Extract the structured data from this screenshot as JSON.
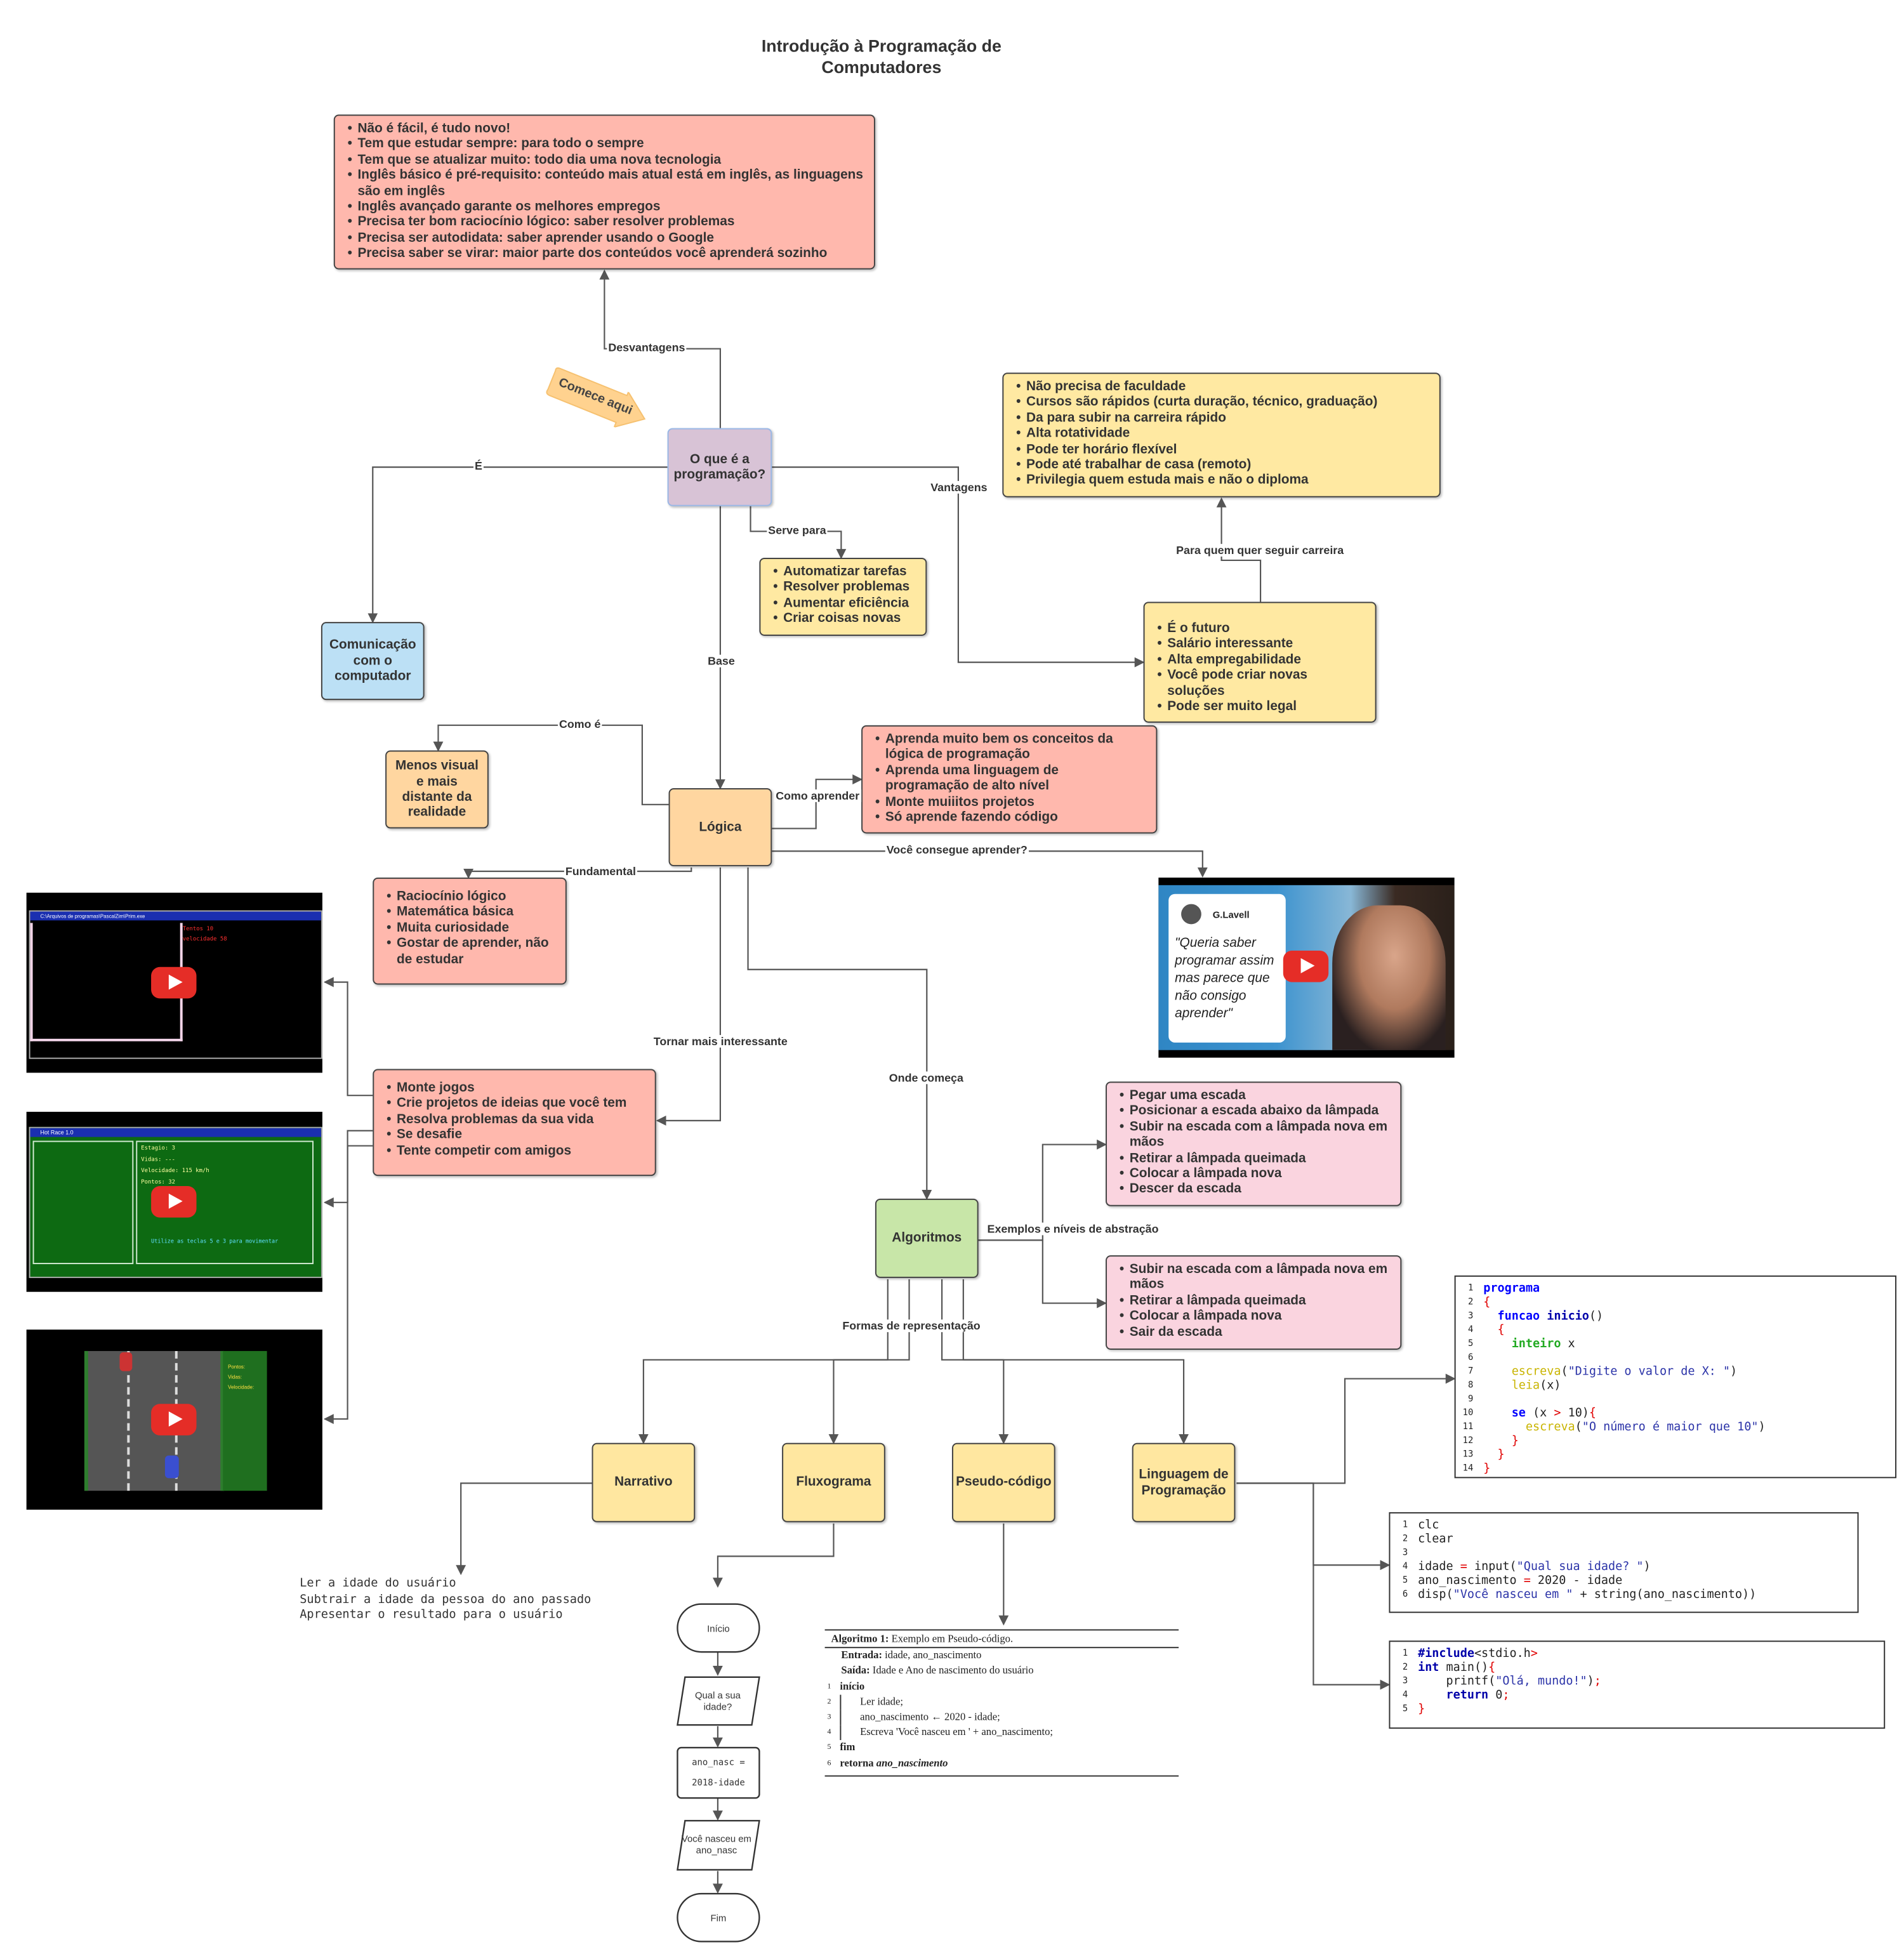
{
  "title": "Introdução à Programação de Computadores",
  "central": "O que é a programação?",
  "start_badge": "Comece aqui",
  "desvantagens": [
    "Não é fácil, é tudo novo!",
    "Tem que estudar sempre: para todo o sempre",
    "Tem que se atualizar muito: todo dia uma nova tecnologia",
    "Inglês básico é pré-requisito: conteúdo mais atual está em inglês, as linguagens são em inglês",
    "Inglês avançado garante os melhores empregos",
    "Precisa ter bom raciocínio lógico: saber resolver problemas",
    "Precisa ser autodidata: saber aprender usando o Google",
    "Precisa saber se virar: maior parte dos conteúdos você aprenderá sozinho"
  ],
  "carreira": [
    "Não precisa de faculdade",
    "Cursos são rápidos (curta duração, técnico, graduação)",
    "Da para subir na carreira rápido",
    "Alta rotatividade",
    "Pode ter horário flexível",
    "Pode até trabalhar de casa (remoto)",
    "Privilegia quem estuda mais e não o diploma"
  ],
  "vantagens": [
    "É o futuro",
    "Salário interessante",
    "Alta empregabilidade",
    "Você pode criar novas soluções",
    "Pode ser muito legal"
  ],
  "serve_para": [
    "Automatizar tarefas",
    "Resolver problemas",
    "Aumentar eficiência",
    "Criar coisas novas"
  ],
  "comunicacao": "Comunicação com o computador",
  "menos_visual": "Menos visual e mais distante da realidade",
  "logica": "Lógica",
  "como_aprender": [
    "Aprenda muito bem os conceitos da lógica de programação",
    "Aprenda uma linguagem de programação de alto nível",
    "Monte muiiitos projetos",
    "Só aprende fazendo código"
  ],
  "fundamental": [
    "Raciocínio lógico",
    "Matemática básica",
    "Muita curiosidade",
    "Gostar de aprender, não de estudar"
  ],
  "interessante": [
    "Monte jogos",
    "Crie projetos de ideias que você tem",
    "Resolva problemas da sua vida",
    "Se desafie",
    "Tente competir com amigos"
  ],
  "escada1": [
    "Pegar uma escada",
    "Posicionar a escada abaixo da lâmpada",
    "Subir na escada com a lâmpada nova em mãos",
    "Retirar a lâmpada queimada",
    "Colocar a lâmpada nova",
    "Descer da escada"
  ],
  "escada2": [
    "Subir na escada com a lâmpada nova em mãos",
    "Retirar a lâmpada queimada",
    "Colocar a lâmpada nova",
    "Sair da escada"
  ],
  "algoritmos": "Algoritmos",
  "formas": {
    "narrativo": "Narrativo",
    "fluxograma": "Fluxograma",
    "pseudo": "Pseudo-código",
    "linguagem": "Linguagem de Programação"
  },
  "edges": {
    "desvantagens": "Desvantagens",
    "e": "É",
    "serve_para": "Serve para",
    "vantagens": "Vantagens",
    "para_quem": "Para quem quer seguir carreira",
    "base": "Base",
    "como_e": "Como é",
    "como_aprender": "Como aprender",
    "fundamental": "Fundamental",
    "voce_consegue": "Você consegue aprender?",
    "tornar": "Tornar mais interessante",
    "onde_comeca": "Onde começa",
    "exemplos": "Exemplos e níveis de abstração",
    "formas": "Formas de representação"
  },
  "narrative_text": [
    "Ler a idade do usuário",
    "Subtrair a idade da pessoa do ano passado",
    "Apresentar o resultado para o usuário"
  ],
  "flowchart": {
    "inicio": "Início",
    "input": "Qual a sua idade?",
    "process_1": "ano_nasc =",
    "process_2": "2018-idade",
    "output": "Você nasceu em ano_nasc",
    "fim": "Fim"
  },
  "pseudocode": {
    "caption_bold": "Algoritmo 1:",
    "caption": "Exemplo em Pseudo-código.",
    "entrada_label": "Entrada:",
    "entrada": "idade, ano_nascimento",
    "saida_label": "Saída:",
    "saida": "Idade e Ano de nascimento do usuário",
    "lines": [
      {
        "n": "1",
        "text": "início"
      },
      {
        "n": "2",
        "text": "Ler idade;"
      },
      {
        "n": "3",
        "text": "ano_nascimento ← 2020 - idade;"
      },
      {
        "n": "4",
        "text": "Escreva 'Você nasceu em ' + ano_nascimento;"
      },
      {
        "n": "5",
        "text": "fim"
      },
      {
        "n": "6",
        "text": "retorna ano_nascimento"
      }
    ]
  },
  "video": {
    "channel": "G.Lavell",
    "quote": "\"Queria saber programar assim mas parece que não consigo aprender\"",
    "game1_title": "C:\\Arquivos de programas\\PascalZim\\Prim.exe",
    "game1_lines": [
      "Tentos 10",
      "velocidade 58"
    ],
    "game2_title": "Hot Race 1.0",
    "game2_lines": [
      "Estagio: 3",
      "Vidas: ---",
      "Velocidade: 115 km/h",
      "Pontos: 32"
    ],
    "game2_footer": "Utilize as teclas 5 e 3 para movimentar",
    "game3_lines": [
      "Pontos:",
      "Vidas:",
      "Velocidade:"
    ]
  },
  "colors": {
    "red": "#ffb8ad",
    "yellow": "#ffe9a2",
    "purple": "#d8c3d6",
    "blue": "#bce0f5",
    "orange": "#ffd6a0",
    "pink": "#fad4df",
    "green": "#c8e6a8",
    "line": "#555555"
  }
}
